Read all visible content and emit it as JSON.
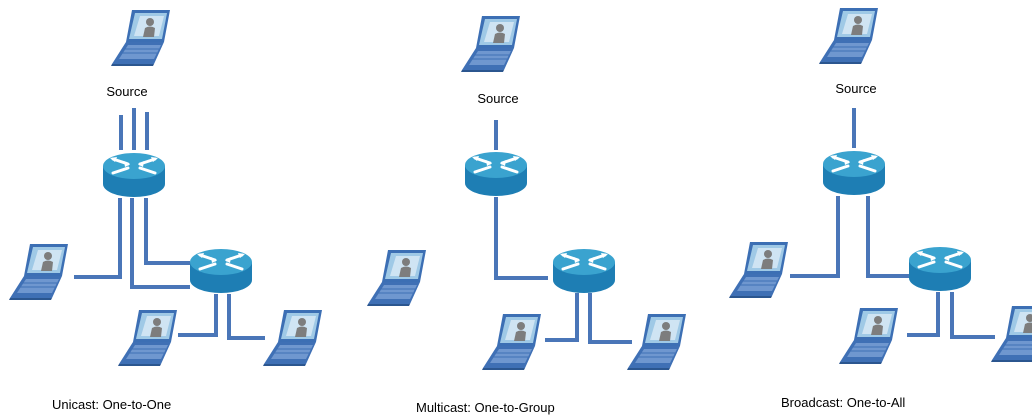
{
  "colors": {
    "link": "#4a76b8",
    "router_top": "#3aa3cf",
    "router_body": "#1e7eb4",
    "router_arrow": "#ffffff",
    "laptop_screen_frame": "#3c6fb4",
    "laptop_screen": "#9fc9e6",
    "laptop_keyboard": "#3f70b5",
    "person": "#7d7d7d"
  },
  "icons": {
    "laptop": "laptop-icon",
    "router": "router-icon"
  },
  "panels": [
    {
      "id": "unicast",
      "source_label": "Source",
      "caption": "Unicast: One-to-One"
    },
    {
      "id": "multicast",
      "source_label": "Source",
      "caption": "Multicast: One-to-Group"
    },
    {
      "id": "broadcast",
      "source_label": "Source",
      "caption": "Broadcast: One-to-All"
    }
  ]
}
